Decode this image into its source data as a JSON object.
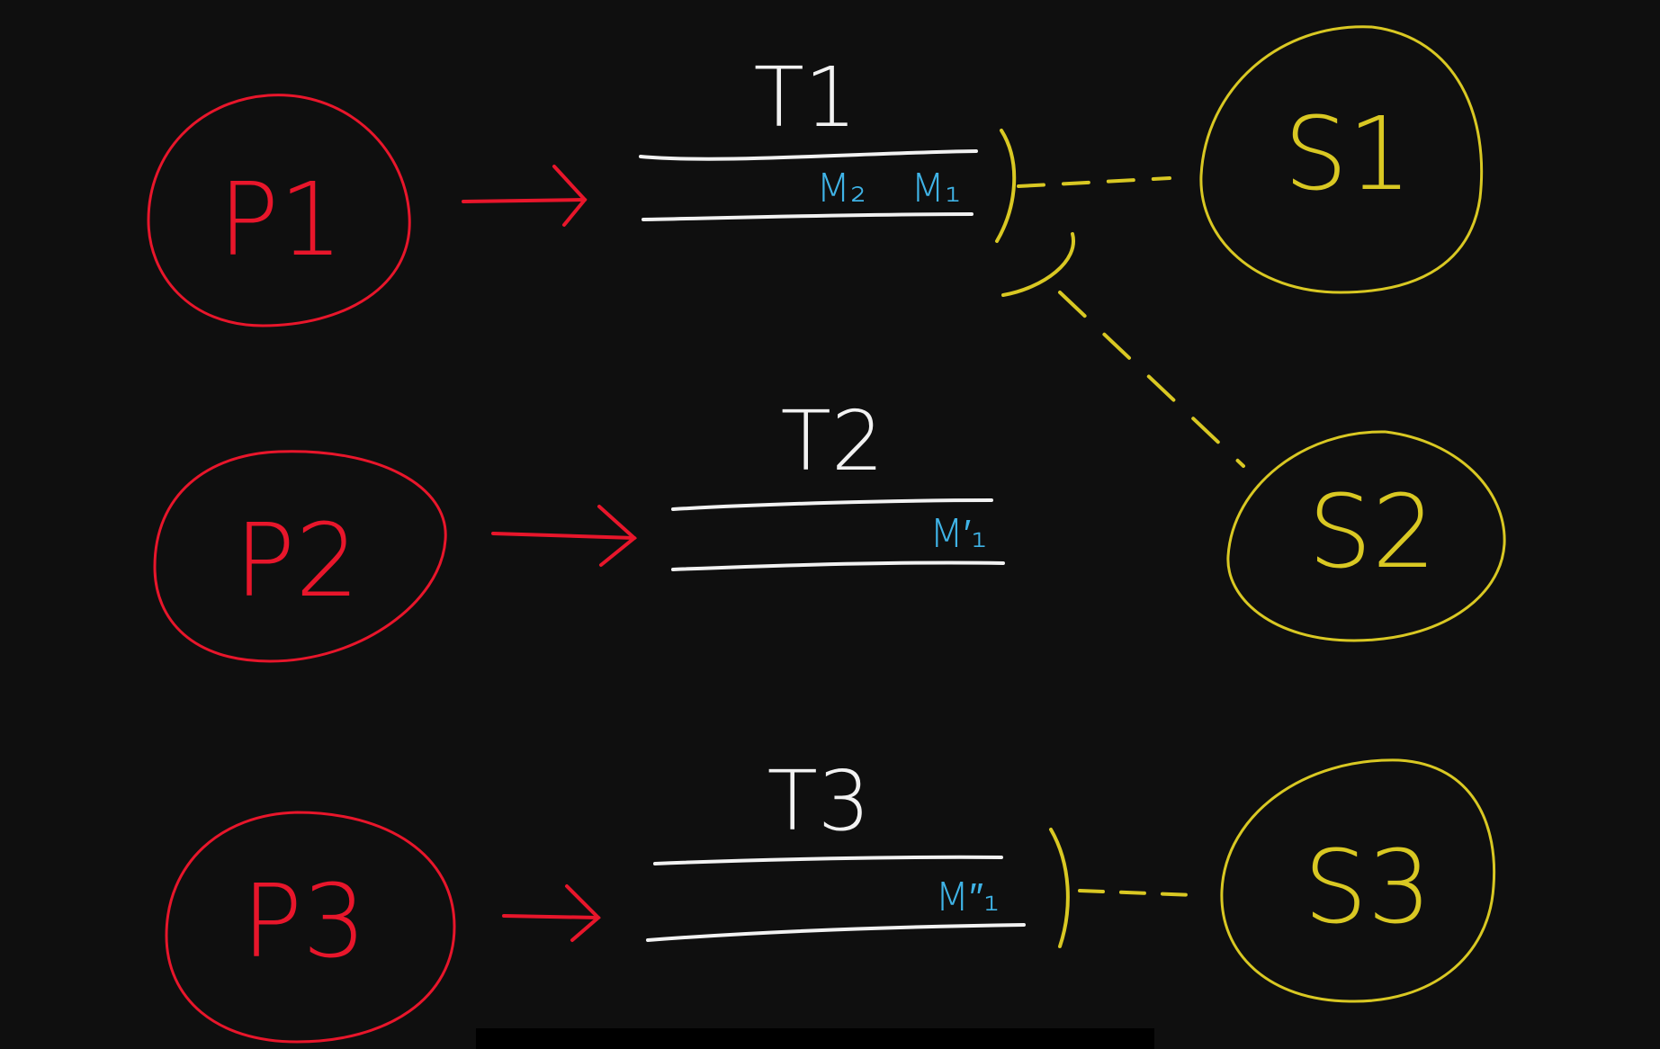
{
  "colors": {
    "background": "#0f0f0f",
    "producer": "#e8162b",
    "topic": "#f2f2f2",
    "message": "#3fb3e6",
    "subscriber": "#d9c823"
  },
  "producers": [
    {
      "label": "P1"
    },
    {
      "label": "P2"
    },
    {
      "label": "P3"
    }
  ],
  "topics": [
    {
      "label": "T1",
      "messages": [
        "M₂",
        "M₁"
      ]
    },
    {
      "label": "T2",
      "messages": [
        "M′₁"
      ]
    },
    {
      "label": "T3",
      "messages": [
        "M″₁"
      ]
    }
  ],
  "subscribers": [
    {
      "label": "S1"
    },
    {
      "label": "S2"
    },
    {
      "label": "S3"
    }
  ]
}
